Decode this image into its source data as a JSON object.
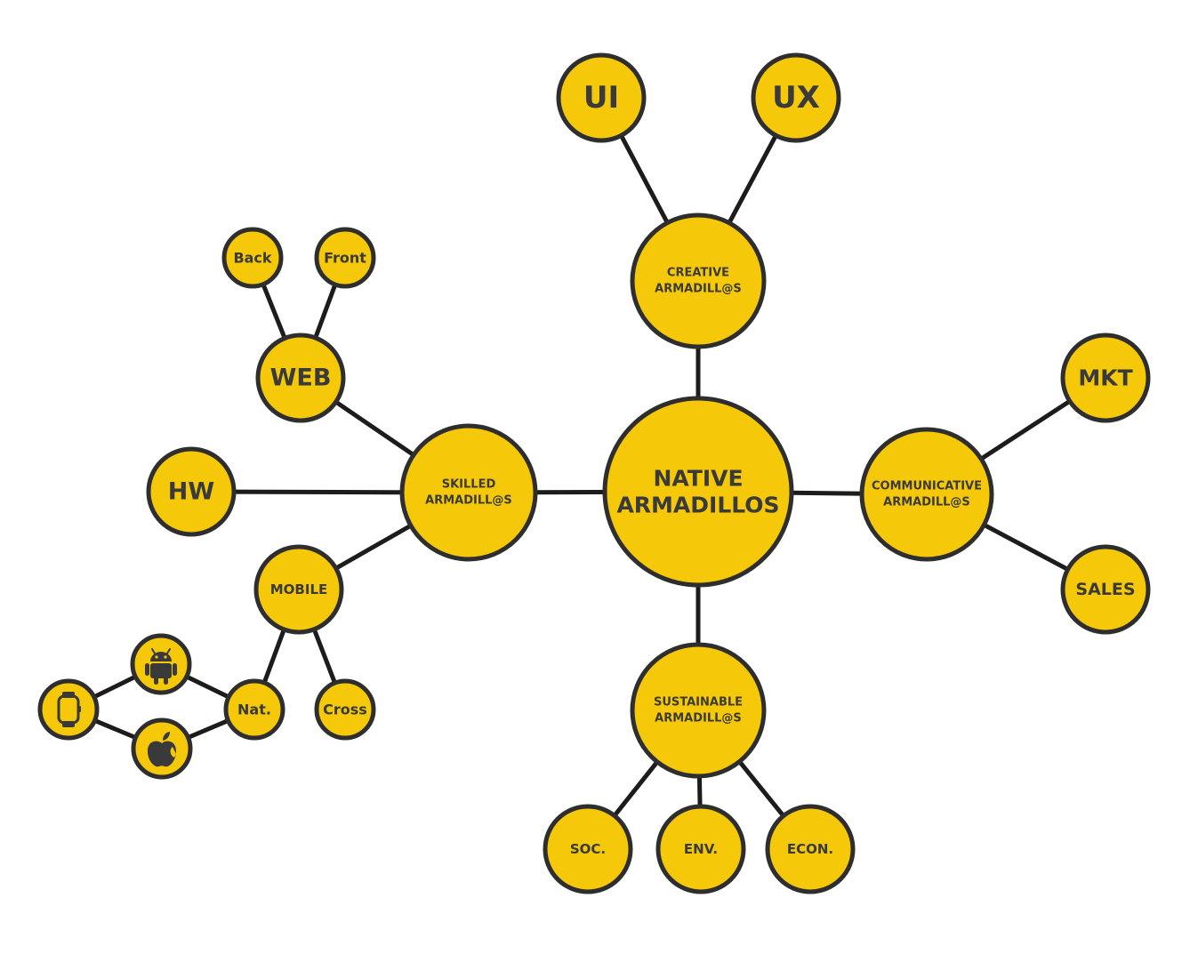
{
  "colors": {
    "node_fill": "#F5C80A",
    "node_stroke": "#2E2E2E",
    "edge": "#1C1C1C",
    "text": "#3A3A3A",
    "icon": "#3A3A3A"
  },
  "nodes": {
    "native": {
      "lines": [
        "NATIVE",
        "ARMADILLOS"
      ]
    },
    "creative": {
      "lines": [
        "CREATIVE",
        "ARMADILL@S"
      ]
    },
    "ui": {
      "lines": [
        "UI"
      ]
    },
    "ux": {
      "lines": [
        "UX"
      ]
    },
    "communicative": {
      "lines": [
        "COMMUNICATIVE",
        "ARMADILL@S"
      ]
    },
    "mkt": {
      "lines": [
        "MKT"
      ]
    },
    "sales": {
      "lines": [
        "SALES"
      ]
    },
    "sustainable": {
      "lines": [
        "SUSTAINABLE",
        "ARMADILL@S"
      ]
    },
    "soc": {
      "lines": [
        "SOC."
      ]
    },
    "env": {
      "lines": [
        "ENV."
      ]
    },
    "econ": {
      "lines": [
        "ECON."
      ]
    },
    "skilled": {
      "lines": [
        "SKILLED",
        "ARMADILL@S"
      ]
    },
    "web": {
      "lines": [
        "WEB"
      ]
    },
    "back": {
      "lines": [
        "Back"
      ]
    },
    "front": {
      "lines": [
        "Front"
      ]
    },
    "hw": {
      "lines": [
        "HW"
      ]
    },
    "mobile": {
      "lines": [
        "MOBILE"
      ]
    },
    "nat": {
      "lines": [
        "Nat."
      ]
    },
    "cross": {
      "lines": [
        "Cross"
      ]
    },
    "android": {
      "icon": "android-icon"
    },
    "apple": {
      "icon": "apple-icon"
    },
    "watch": {
      "icon": "smartwatch-icon"
    }
  }
}
